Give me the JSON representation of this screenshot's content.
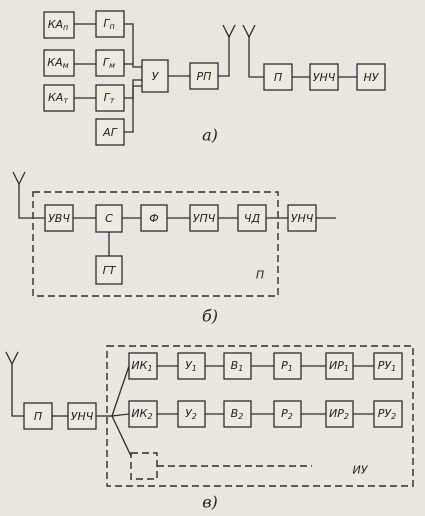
{
  "diagram_a": {
    "caption": "а)",
    "blocks": [
      {
        "id": "ka_p",
        "base": "КА",
        "sub": "п"
      },
      {
        "id": "ka_m",
        "base": "КА",
        "sub": "м"
      },
      {
        "id": "ka_t",
        "base": "КА",
        "sub": "т"
      },
      {
        "id": "g_p",
        "base": "Г",
        "sub": "п"
      },
      {
        "id": "g_m",
        "base": "Г",
        "sub": "м"
      },
      {
        "id": "g_t",
        "base": "Г",
        "sub": "т"
      },
      {
        "id": "ag",
        "base": "АГ",
        "sub": ""
      },
      {
        "id": "u",
        "base": "У",
        "sub": ""
      },
      {
        "id": "rp",
        "base": "РП",
        "sub": ""
      },
      {
        "id": "p",
        "base": "П",
        "sub": ""
      },
      {
        "id": "unch",
        "base": "УНЧ",
        "sub": ""
      },
      {
        "id": "nu",
        "base": "НУ",
        "sub": ""
      }
    ]
  },
  "diagram_b": {
    "caption": "б)",
    "group_label": "П",
    "blocks": [
      {
        "id": "uvch",
        "base": "УВЧ",
        "sub": ""
      },
      {
        "id": "s",
        "base": "С",
        "sub": ""
      },
      {
        "id": "f",
        "base": "Ф",
        "sub": ""
      },
      {
        "id": "upch",
        "base": "УПЧ",
        "sub": ""
      },
      {
        "id": "chd",
        "base": "ЧД",
        "sub": ""
      },
      {
        "id": "gt",
        "base": "ГТ",
        "sub": ""
      },
      {
        "id": "unch",
        "base": "УНЧ",
        "sub": ""
      }
    ]
  },
  "diagram_c": {
    "caption": "в)",
    "group_label": "ИУ",
    "blocks": [
      {
        "id": "p",
        "base": "П",
        "sub": ""
      },
      {
        "id": "unch",
        "base": "УНЧ",
        "sub": ""
      },
      {
        "id": "ik1",
        "base": "ИК",
        "sub": "1"
      },
      {
        "id": "u1",
        "base": "У",
        "sub": "1"
      },
      {
        "id": "v1",
        "base": "В",
        "sub": "1"
      },
      {
        "id": "r1",
        "base": "Р",
        "sub": "1"
      },
      {
        "id": "ir1",
        "base": "ИР",
        "sub": "1"
      },
      {
        "id": "ru1",
        "base": "РУ",
        "sub": "1"
      },
      {
        "id": "ik2",
        "base": "ИК",
        "sub": "2"
      },
      {
        "id": "u2",
        "base": "У",
        "sub": "2"
      },
      {
        "id": "v2",
        "base": "В",
        "sub": "2"
      },
      {
        "id": "r2",
        "base": "Р",
        "sub": "2"
      },
      {
        "id": "ir2",
        "base": "ИР",
        "sub": "2"
      },
      {
        "id": "ru2",
        "base": "РУ",
        "sub": "2"
      }
    ]
  }
}
